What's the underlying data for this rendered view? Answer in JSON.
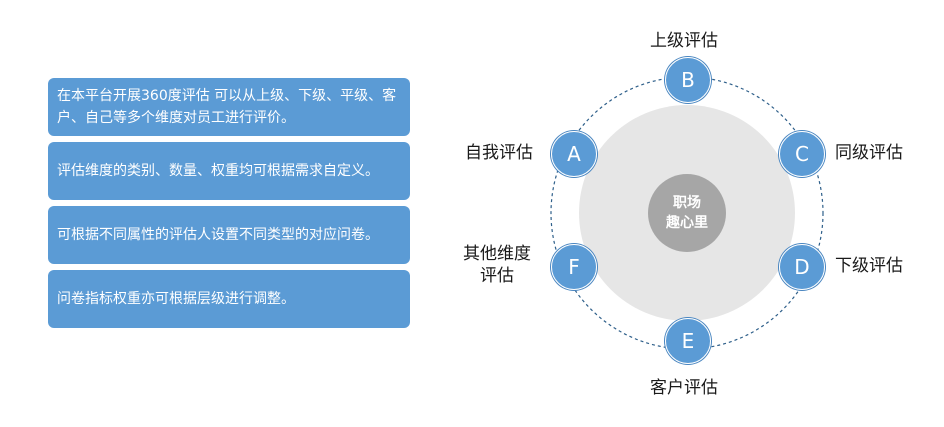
{
  "boxes": [
    "在本平台开展360度评估 可以从上级、下级、平级、客户、自己等多个维度对员工进行评价。",
    "评估维度的类别、数量、权重均可根据需求自定义。",
    "可根据不同属性的评估人设置不同类型的对应问卷。",
    "问卷指标权重亦可根据层级进行调整。"
  ],
  "center": {
    "line1": "职场",
    "line2": "趣心里"
  },
  "nodes": [
    {
      "letter": "A",
      "label": "自我评估"
    },
    {
      "letter": "B",
      "label": "上级评估"
    },
    {
      "letter": "C",
      "label": "同级评估"
    },
    {
      "letter": "D",
      "label": "下级评估"
    },
    {
      "letter": "E",
      "label": "客户评估"
    },
    {
      "letter": "F",
      "label_line1": "其他维度",
      "label_line2": "评估"
    }
  ],
  "colors": {
    "node": "#5b9bd5",
    "box": "#5b9bd5",
    "disc": "#e6e6e6",
    "core": "#a6a6a6",
    "ring": "#2e5f8a"
  }
}
